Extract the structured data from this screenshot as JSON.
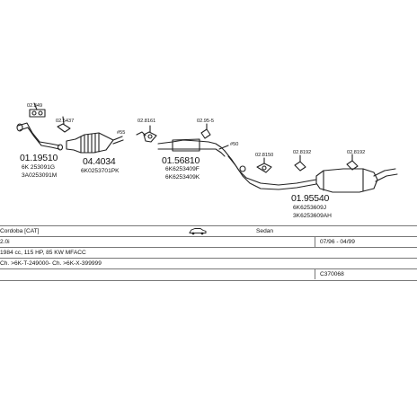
{
  "parts": {
    "p1": {
      "code": "01.19510",
      "ref1": "6K 253091G",
      "ref2": "3A0253091M"
    },
    "p2": {
      "code": "04.4034",
      "ref1": "6K0253701PK"
    },
    "p3": {
      "code": "01.56810",
      "ref1": "6K6253409F",
      "ref2": "6K6253409K"
    },
    "p4": {
      "code": "01.95540",
      "ref1": "6K6253609J",
      "ref2": "3K6253609AH"
    }
  },
  "small_labels": {
    "l1": "02.349",
    "l2": "02.5437",
    "l3": "02.8161",
    "l4": "02.95-5",
    "l5": "#55",
    "l6": "#50",
    "l7": "02.8150",
    "l8": "02.8192",
    "l9": "02.8192"
  },
  "table": {
    "model": "Cordoba  [CAT]",
    "body": "Sedan",
    "engine": "2.0i",
    "dates": "07/96 - 04/99",
    "spec": "1984 cc, 115 HP, 85 KW MFACC",
    "chassis": "Ch. >6K-T-249000- Ch. >6K-X-399999",
    "catalog": "C370068"
  },
  "icons": {
    "car": "car-icon"
  }
}
